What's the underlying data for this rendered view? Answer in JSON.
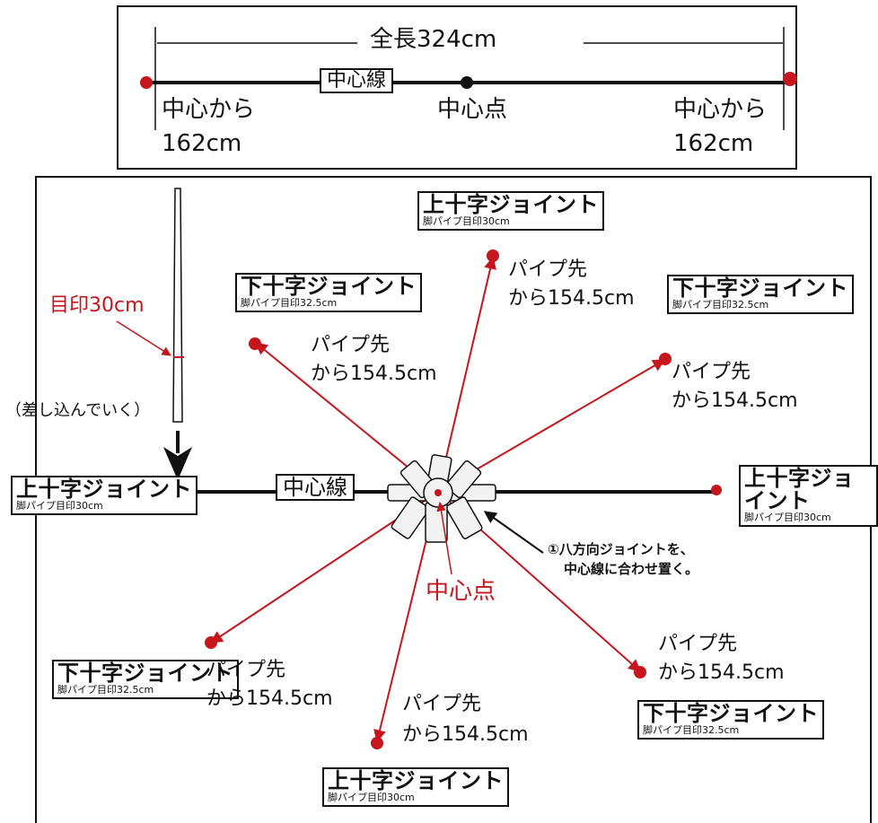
{
  "top_panel": {
    "total_length": "全長324cm",
    "center_line": "中心線",
    "left_from_center": "中心から",
    "left_value": "162cm",
    "center_point": "中心点",
    "right_from_center": "中心から",
    "right_value": "162cm"
  },
  "main_panel": {
    "mark_30": "目印30cm",
    "insert_note": "（差し込んでいく）",
    "center_line": "中心線",
    "center_point": "中心点",
    "step_note_1": "①八方向ジョイントを、",
    "step_note_2": "中心線に合わせ置く。",
    "labels": {
      "top": {
        "title": "上十字ジョイント",
        "sub": "脚パイプ目印30cm"
      },
      "left": {
        "title": "上十字ジョイント",
        "sub": "脚パイプ目印30cm"
      },
      "right": {
        "title": "上十字ジョイント",
        "sub": "脚パイプ目印30cm"
      },
      "bottom": {
        "title": "上十字ジョイント",
        "sub": "脚パイプ目印30cm"
      },
      "upper_left": {
        "title": "下十字ジョイント",
        "sub": "脚パイプ目印32.5cm"
      },
      "upper_right": {
        "title": "下十字ジョイント",
        "sub": "脚パイプ目印32.5cm"
      },
      "lower_left": {
        "title": "下十字ジョイント",
        "sub": "脚パイプ目印32.5cm"
      },
      "lower_right": {
        "title": "下十字ジョイント",
        "sub": "脚パイプ目印32.5cm"
      }
    },
    "distances": {
      "top": {
        "a": "パイプ先",
        "b": "から154.5cm"
      },
      "upper_left": {
        "a": "パイプ先",
        "b": "から154.5cm"
      },
      "upper_right": {
        "a": "パイプ先",
        "b": "から154.5cm"
      },
      "lower_left": {
        "a": "パイプ先",
        "b": "から154.5cm"
      },
      "lower_right": {
        "a": "パイプ先",
        "b": "から154.5cm"
      },
      "bottom": {
        "a": "パイプ先",
        "b": "から154.5cm"
      }
    }
  },
  "colors": {
    "accent": "#c4161c",
    "ink": "#111111"
  }
}
